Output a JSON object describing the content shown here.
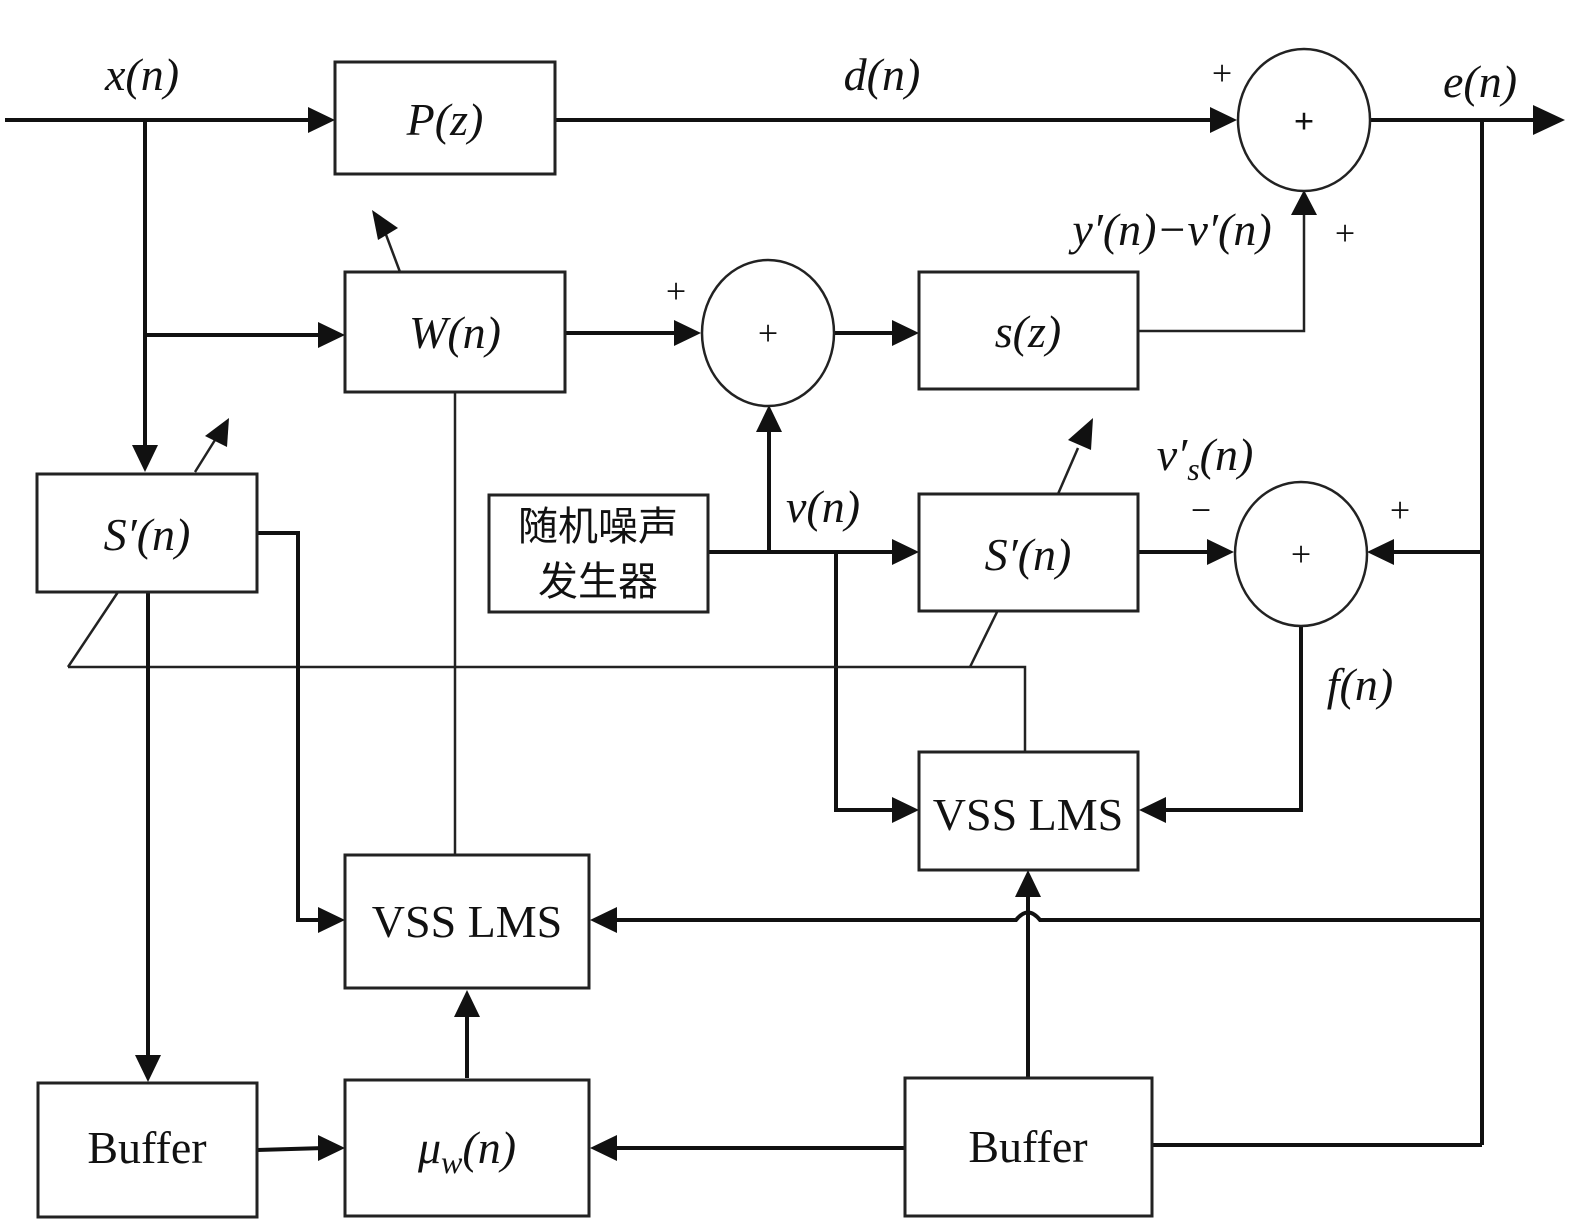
{
  "diagram": {
    "type": "block-diagram",
    "blocks": {
      "P_z": {
        "label": "P(z)"
      },
      "W_n": {
        "label": "W(n)"
      },
      "s_z": {
        "label": "s(z)"
      },
      "S_prime_left": {
        "label": "S′(n)"
      },
      "S_prime_mid": {
        "label": "S′(n)"
      },
      "noise_gen": {
        "line1": "随机噪声",
        "line2": "发生器"
      },
      "vss_lms_left": {
        "label": "VSS LMS"
      },
      "vss_lms_right": {
        "label": "VSS LMS"
      },
      "buffer_left": {
        "label": "Buffer"
      },
      "mu_w": {
        "label": "μw(n)",
        "base": "μ",
        "sub": "w",
        "arg": "(n)"
      },
      "buffer_right": {
        "label": "Buffer"
      }
    },
    "summers": {
      "top": {
        "symbol": "+",
        "sign_left": "+",
        "sign_bottom": "+"
      },
      "middle": {
        "symbol": "+",
        "sign_left": "+"
      },
      "right": {
        "symbol": "+",
        "sign_left": "−",
        "sign_right": "+"
      }
    },
    "signals": {
      "x_n": "x(n)",
      "d_n": "d(n)",
      "e_n": "e(n)",
      "y_minus_v": "y′(n)−v′(n)",
      "v_n": "v(n)",
      "v_s_prime": {
        "base": "v′",
        "sub": "s",
        "arg": "(n)"
      },
      "f_n": "f(n)"
    }
  }
}
